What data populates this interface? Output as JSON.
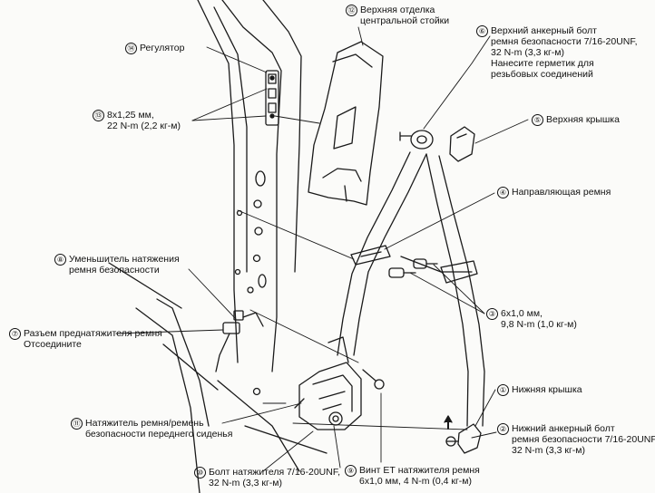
{
  "callouts": [
    {
      "id": "c12",
      "num": "⑫",
      "lines": [
        "Верхняя отделка",
        "центральной стойки"
      ]
    },
    {
      "id": "c6",
      "num": "⑥",
      "lines": [
        "Верхний анкерный болт",
        "ремня безопасности 7/16-20UNF,",
        "32 N-m (3,3 кг-м)",
        "Нанесите герметик для",
        "резьбовых соединений"
      ]
    },
    {
      "id": "c14",
      "num": "⑭",
      "lines": [
        "Регулятор"
      ]
    },
    {
      "id": "c13",
      "num": "⑬",
      "lines": [
        "8x1,25 мм,",
        "22 N-m (2,2 кг-м)"
      ]
    },
    {
      "id": "c5",
      "num": "⑤",
      "lines": [
        "Верхняя крышка"
      ]
    },
    {
      "id": "c4",
      "num": "④",
      "lines": [
        "Направляющая ремня"
      ]
    },
    {
      "id": "c8",
      "num": "⑧",
      "lines": [
        "Уменьшитель натяжения",
        "ремня безопасности"
      ]
    },
    {
      "id": "c3",
      "num": "③",
      "lines": [
        "6x1,0 мм,",
        "9,8 N-m (1,0 кг-м)"
      ]
    },
    {
      "id": "c7",
      "num": "⑦",
      "lines": [
        "Разъем преднатяжителя ремня",
        "Отсоедините"
      ]
    },
    {
      "id": "c1",
      "num": "①",
      "lines": [
        "Нижняя крышка"
      ]
    },
    {
      "id": "c11",
      "num": "⑪",
      "lines": [
        "Натяжитель ремня/ремень",
        "безопасности переднего сиденья"
      ]
    },
    {
      "id": "c2",
      "num": "②",
      "lines": [
        "Нижний анкерный болт",
        "ремня безопасности 7/16-20UNF,",
        "32 N-m (3,3 кг-м)"
      ]
    },
    {
      "id": "c10",
      "num": "⑩",
      "lines": [
        "Болт натяжителя 7/16-20UNF,",
        "32 N-m (3,3 кг-м)"
      ]
    },
    {
      "id": "c9",
      "num": "⑨",
      "lines": [
        "Винт ЕТ натяжителя ремня",
        "6x1,0 мм, 4 N-m (0,4 кг-м)"
      ]
    }
  ]
}
